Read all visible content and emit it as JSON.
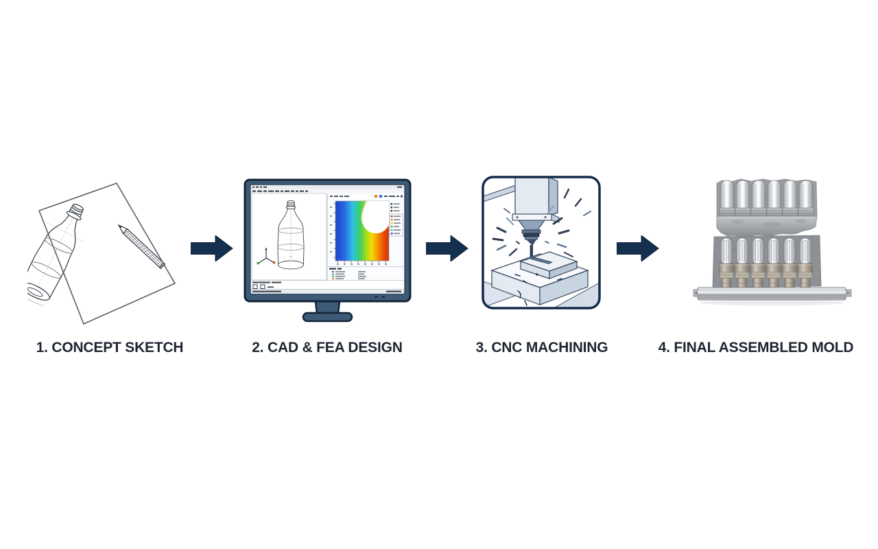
{
  "page": {
    "background_color": "#ffffff",
    "description": "Four-step bottle mold manufacturing process flow"
  },
  "flow": {
    "steps": [
      {
        "id": "concept-sketch",
        "label": "1. CONCEPT SKETCH",
        "icon": "bottle-sketch-with-pencil-icon"
      },
      {
        "id": "cad-fea-design",
        "label": "2. CAD & FEA DESIGN",
        "icon": "monitor-cad-fea-icon"
      },
      {
        "id": "cnc-machining",
        "label": "3. CNC MACHINING",
        "icon": "cnc-milling-illustration-icon"
      },
      {
        "id": "final-assembled-mold",
        "label": "4. FINAL ASSEMBLED MOLD",
        "icon": "assembled-mold-photo-icon"
      }
    ],
    "colors": {
      "arrow": "#14304e",
      "label_text": "#1e2531",
      "cnc_frame_border": "#15294a",
      "monitor_bezel": "#3e5a77",
      "monitor_outline": "#132538",
      "fea_colormap": [
        "#1d41cc",
        "#2b6de4",
        "#2fc0e8",
        "#3ecf63",
        "#a8dc1e",
        "#f2dc00",
        "#f59b00",
        "#e84e0a",
        "#d6300a"
      ]
    }
  }
}
